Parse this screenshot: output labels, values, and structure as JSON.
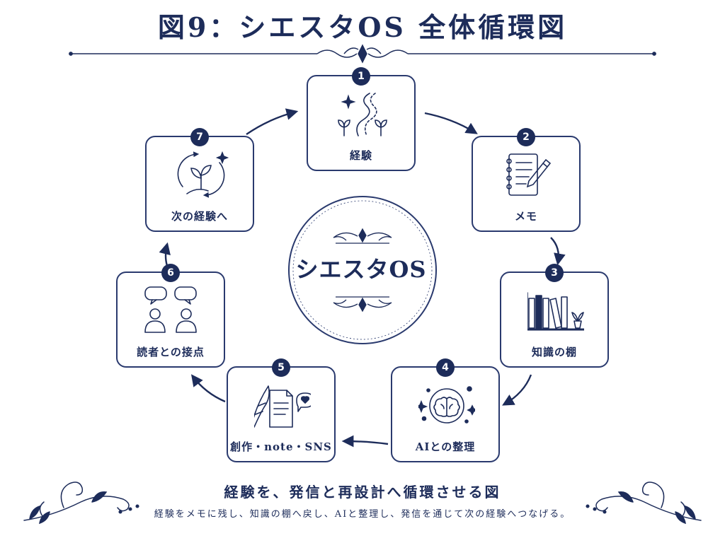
{
  "title": "図9：シエスタOS 全体循環図",
  "center": {
    "label": "シエスタOS"
  },
  "nodes": [
    {
      "number": "1",
      "label": "経験",
      "icon": "path-sprout-icon"
    },
    {
      "number": "2",
      "label": "メモ",
      "icon": "notebook-pencil-icon"
    },
    {
      "number": "3",
      "label": "知識の棚",
      "icon": "bookshelf-icon"
    },
    {
      "number": "4",
      "label": "AIとの整理",
      "icon": "ai-brain-icon"
    },
    {
      "number": "5",
      "label": "創作・note・SNS",
      "icon": "quill-document-heart-icon"
    },
    {
      "number": "6",
      "label": "読者との接点",
      "icon": "readers-chat-icon"
    },
    {
      "number": "7",
      "label": "次の経験へ",
      "icon": "cycle-sprout-icon"
    }
  ],
  "footer": {
    "heading": "経験を、発信と再設計へ循環させる図",
    "description": "経験をメモに残し、知識の棚へ戻し、AIと整理し、発信を通じて次の経験へつなげる。"
  },
  "colors": {
    "primary": "#1d2c5a",
    "border": "#2a3a6e",
    "background": "#ffffff"
  }
}
